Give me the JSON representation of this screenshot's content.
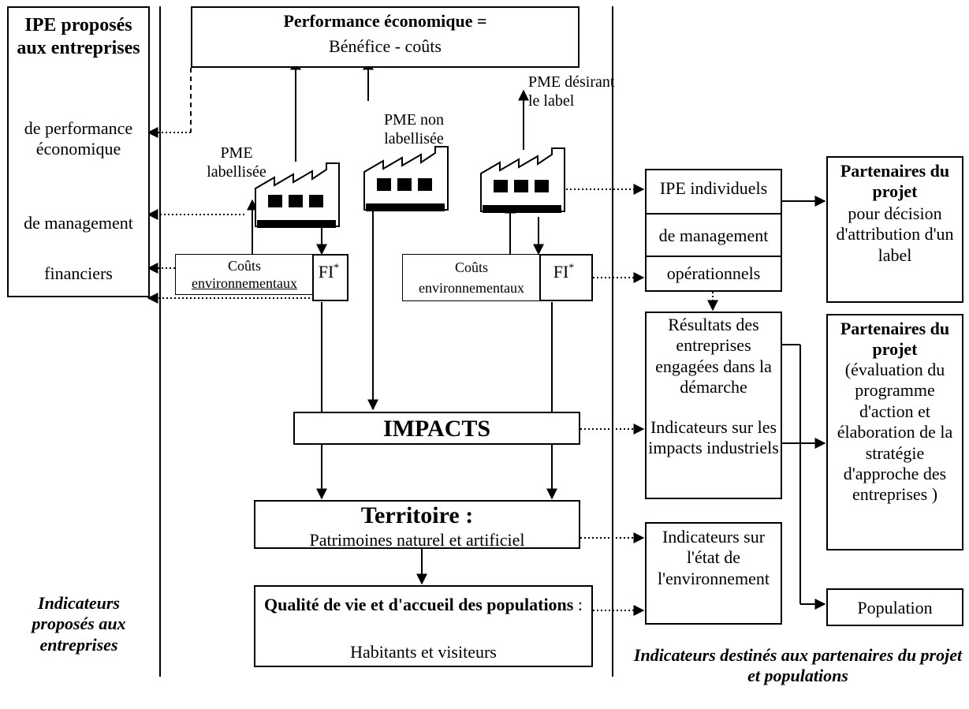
{
  "left_panel": {
    "title": "IPE proposés aux entreprises",
    "items": [
      "de performance économique",
      "de management",
      "financiers"
    ],
    "caption": "Indicateurs proposés aux entreprises"
  },
  "top_box": {
    "title": "Performance économique =",
    "subtitle": "Bénéfice - coûts"
  },
  "smes": {
    "labelled": "PME labellisée",
    "not_labelled": "PME non labellisée",
    "wanting_label": "PME désirant le label"
  },
  "cost_boxes": {
    "left_label": "Coûts environnementaux",
    "right_label": "Coûts environnementaux",
    "fi_label": "FI",
    "fi_sup": "*"
  },
  "impacts": "IMPACTS",
  "territoire": {
    "title": "Territoire :",
    "subtitle": "Patrimoines naturel et artificiel"
  },
  "qualite": {
    "title_bold": "Qualité de vie et d'accueil des populations",
    "title_rest": " :",
    "subtitle": "Habitants et visiteurs"
  },
  "right_panel": {
    "ipe_individuels": "IPE individuels",
    "de_management": "de management",
    "operationnels": "opérationnels",
    "resultats": "Résultats des entreprises engagées dans la démarche",
    "indicateurs_impacts": "Indicateurs sur les impacts industriels",
    "indicateurs_etat": "Indicateurs sur l'état de l'environnement",
    "partenaires_1_title": "Partenaires du projet",
    "partenaires_1_text": "pour décision d'attribution d'un label",
    "partenaires_2_title": "Partenaires du projet",
    "partenaires_2_text": "(évaluation du programme d'action et élaboration de la stratégie d'approche des entreprises )",
    "population": "Population",
    "caption": "Indicateurs destinés aux partenaires du projet et populations"
  }
}
